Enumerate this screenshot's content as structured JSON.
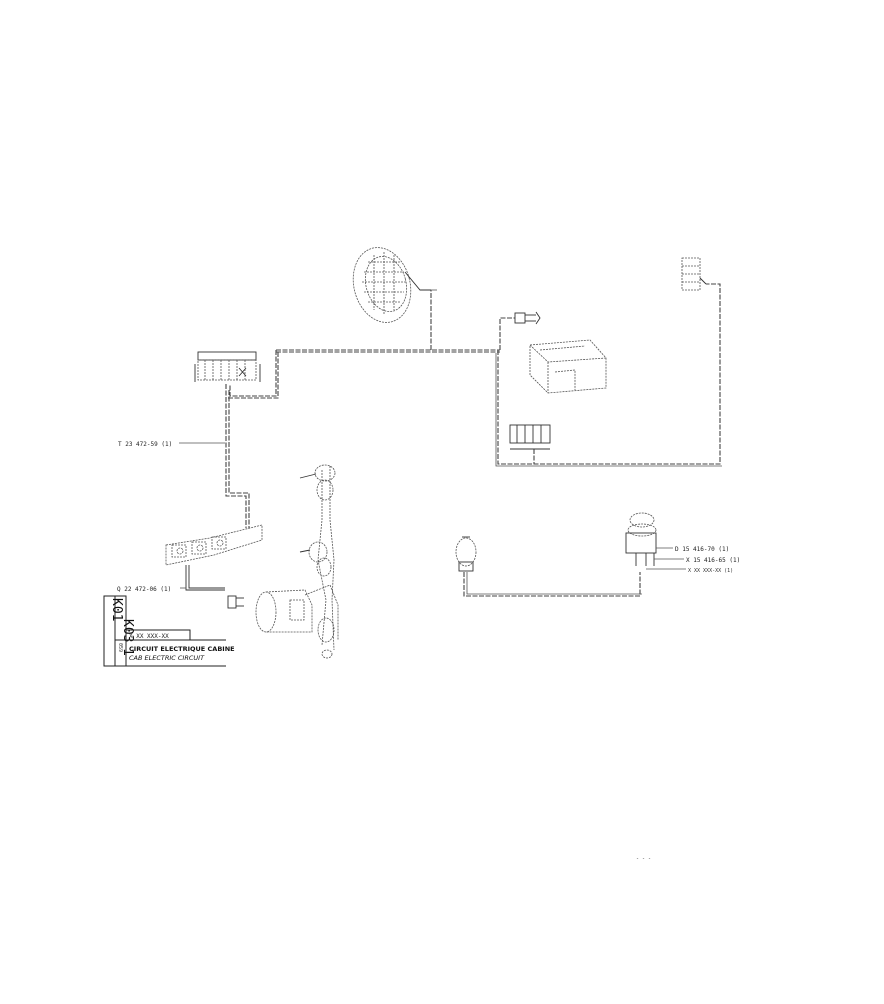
{
  "diagram": {
    "part_labels": {
      "harness_main": "T 23 472-59 (1)",
      "harness_cab": "Q 22 472-06 (1)",
      "switch_a": "D 15 416-70 (1)",
      "switch_b": "X 15 416-65 (1)",
      "switch_c": "X XX XXX-XX (1)"
    },
    "title_block": {
      "codes": [
        "K01",
        "K03",
        "1"
      ],
      "ref_number": "X XX XXX-XX",
      "page": "059",
      "title_fr": "CIRCUIT ELECTRIQUE CABINE",
      "title_en": "CAB ELECTRIC CIRCUIT"
    },
    "page_mark": "- - -"
  }
}
